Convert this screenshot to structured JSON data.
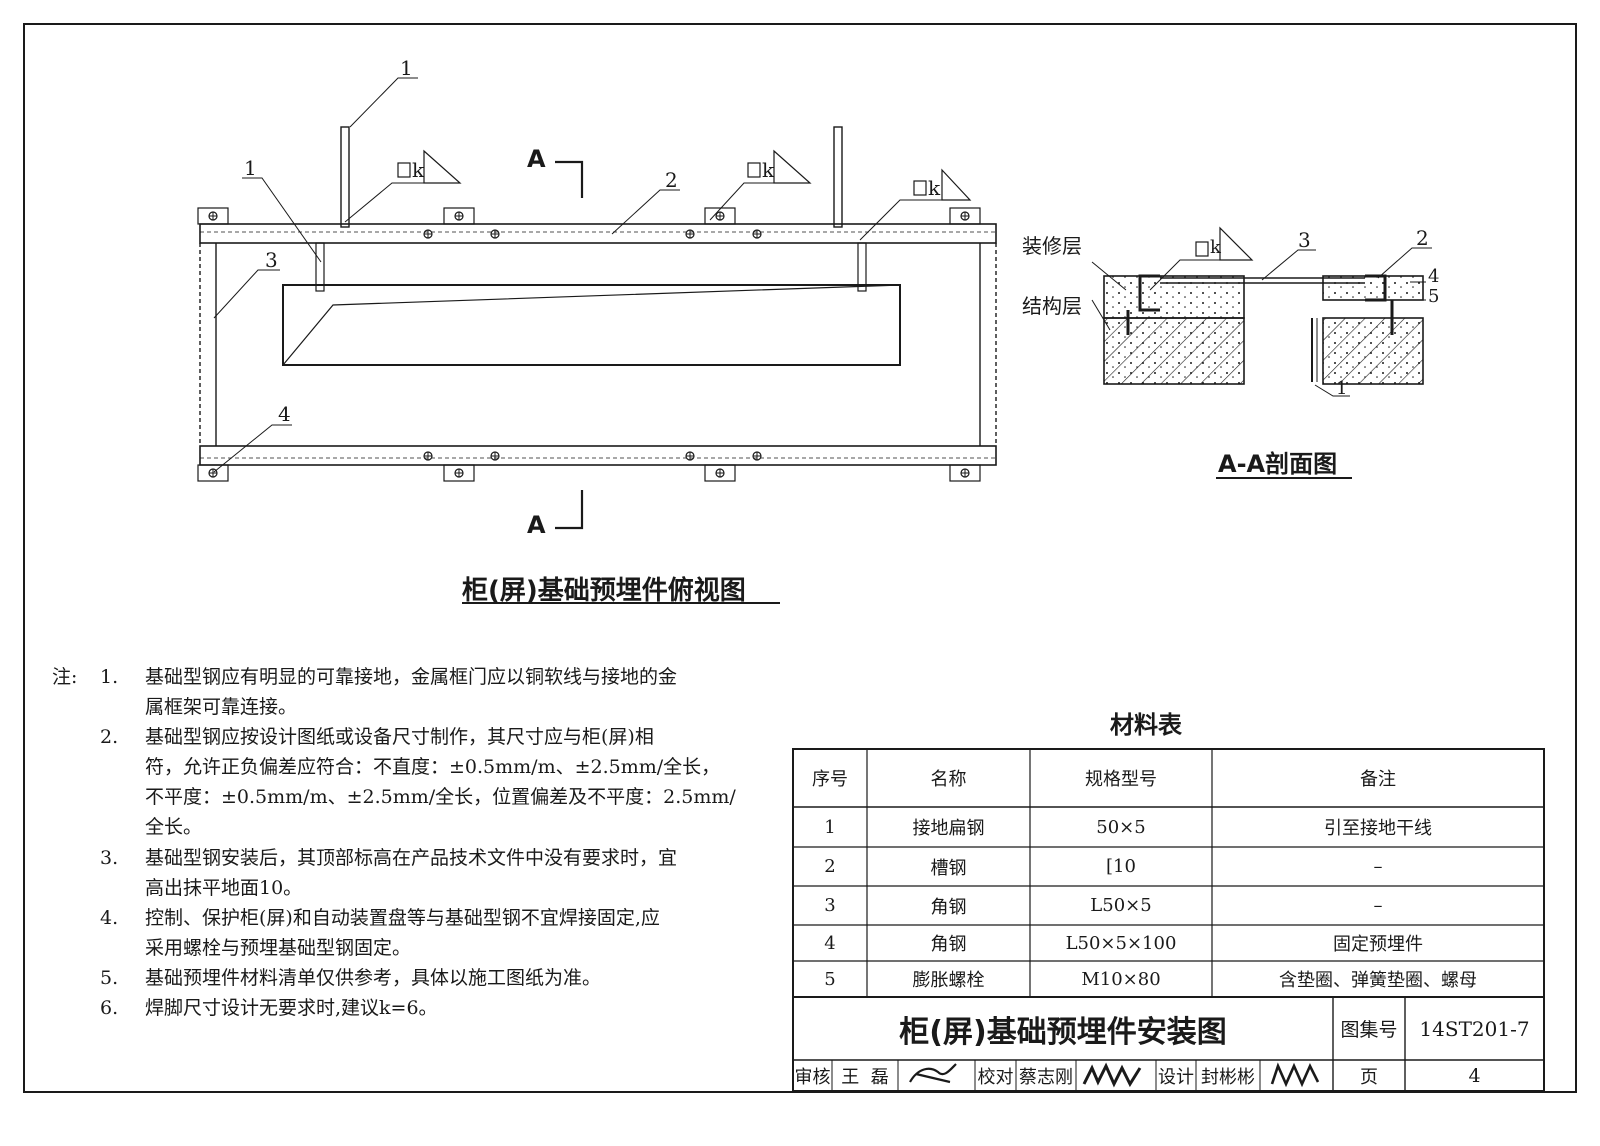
{
  "plan_view": {
    "title": "柜(屏)基础预埋件俯视图",
    "section_mark": "A",
    "callouts": [
      "1",
      "1",
      "2",
      "3",
      "4"
    ],
    "weld_symbol": "k"
  },
  "section_view": {
    "title": "A-A剖面图",
    "labels": {
      "finish_layer": "装修层",
      "structure_layer": "结构层"
    },
    "callouts": [
      "3",
      "2",
      "4",
      "5",
      "1"
    ],
    "weld_symbol": "k"
  },
  "notes": {
    "prefix": "注:",
    "items": [
      {
        "num": "1.",
        "text": "基础型钢应有明显的可靠接地，金属框门应以铜软线与接地的金\n属框架可靠连接。"
      },
      {
        "num": "2.",
        "text": "基础型钢应按设计图纸或设备尺寸制作，其尺寸应与柜(屏)相\n符，允许正负偏差应符合：不直度：±0.5mm/m、±2.5mm/全长，\n不平度：±0.5mm/m、±2.5mm/全长，位置偏差及不平度：2.5mm/\n全长。"
      },
      {
        "num": "3.",
        "text": "基础型钢安装后，其顶部标高在产品技术文件中没有要求时，宜\n高出抹平地面10。"
      },
      {
        "num": "4.",
        "text": "控制、保护柜(屏)和自动装置盘等与基础型钢不宜焊接固定,应\n采用螺栓与预埋基础型钢固定。"
      },
      {
        "num": "5.",
        "text": "基础预埋件材料清单仅供参考，具体以施工图纸为准。"
      },
      {
        "num": "6.",
        "text": "焊脚尺寸设计无要求时,建议k=6。"
      }
    ]
  },
  "materials_table": {
    "title": "材料表",
    "headers": [
      "序号",
      "名称",
      "规格型号",
      "备注"
    ],
    "rows": [
      [
        "1",
        "接地扁钢",
        "50×5",
        "引至接地干线"
      ],
      [
        "2",
        "槽钢",
        "[10",
        "–"
      ],
      [
        "3",
        "角钢",
        "L50×5",
        "–"
      ],
      [
        "4",
        "角钢",
        "L50×5×100",
        "固定预埋件"
      ],
      [
        "5",
        "膨胀螺栓",
        "M10×80",
        "含垫圈、弹簧垫圈、螺母"
      ]
    ]
  },
  "title_block": {
    "drawing_title": "柜(屏)基础预埋件安装图",
    "atlas_label": "图集号",
    "atlas_no": "14ST201-7",
    "review_label": "审核",
    "reviewer": "王  磊",
    "check_label": "校对",
    "checker": "蔡志刚",
    "design_label": "设计",
    "designer": "封彬彬",
    "page_label": "页",
    "page_no": "4"
  },
  "colors": {
    "ink": "#1a1a1a",
    "paper": "#ffffff"
  }
}
